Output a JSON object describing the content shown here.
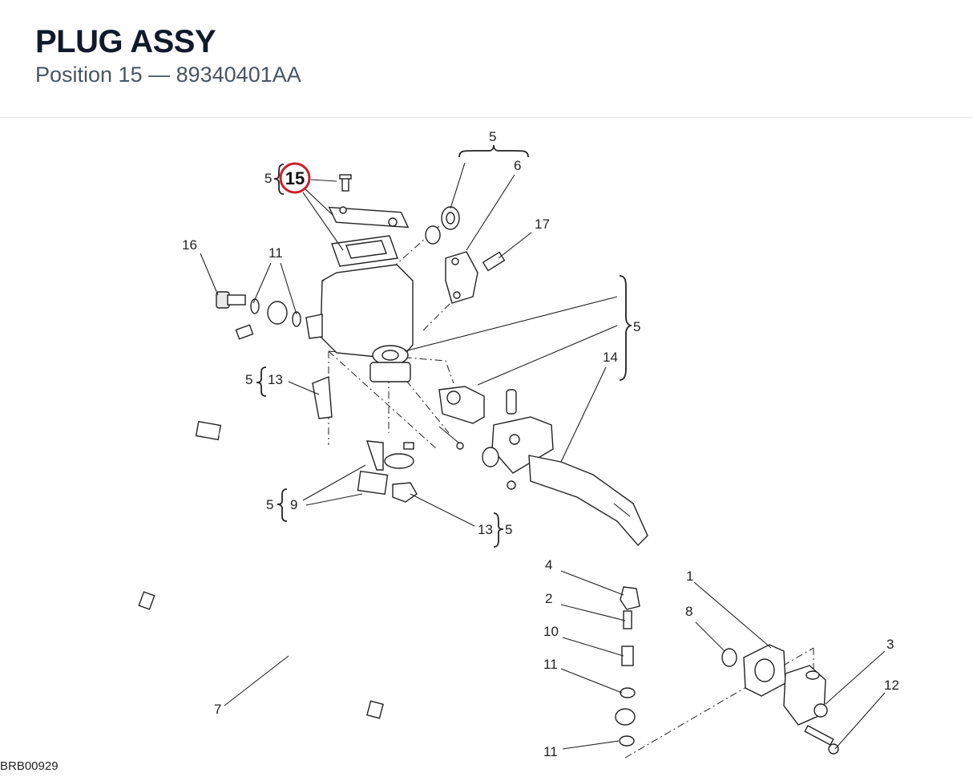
{
  "header": {
    "title": "PLUG ASSY",
    "subtitle": "Position 15 — 89340401AA"
  },
  "diagram": {
    "highlight": {
      "label": "15",
      "color": "#cc1f2d"
    },
    "code": "BRB00929",
    "callouts": {
      "c1": "1",
      "c2": "2",
      "c3": "3",
      "c4": "4",
      "c5a": "5",
      "c5b": "5",
      "c5c": "5",
      "c5d": "5",
      "c5e": "5",
      "c5f": "5",
      "c6": "6",
      "c7": "7",
      "c8": "8",
      "c9": "9",
      "c10": "10",
      "c11a": "11",
      "c11b": "11",
      "c11c": "11",
      "c12": "12",
      "c13a": "13",
      "c13b": "13",
      "c14": "14",
      "c16": "16",
      "c17": "17"
    }
  }
}
